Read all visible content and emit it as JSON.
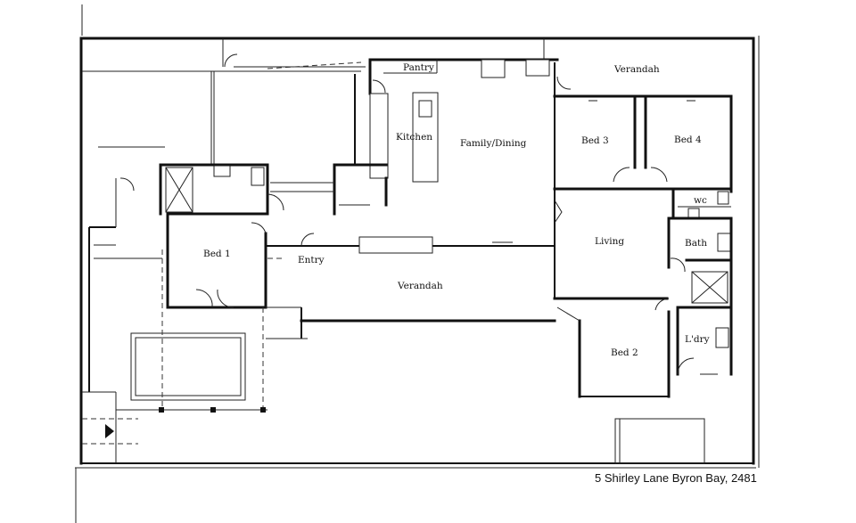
{
  "rooms": {
    "pantry": "Pantry",
    "verandah_top": "Verandah",
    "kitchen": "Kitchen",
    "family_dining": "Family/Dining",
    "bed3": "Bed 3",
    "bed4": "Bed 4",
    "wc": "wc",
    "living": "Living",
    "bath": "Bath",
    "bed1": "Bed 1",
    "entry": "Entry",
    "verandah_mid": "Verandah",
    "laundry": "L'dry",
    "bed2": "Bed 2"
  },
  "address": "5 Shirley Lane Byron Bay, 2481"
}
